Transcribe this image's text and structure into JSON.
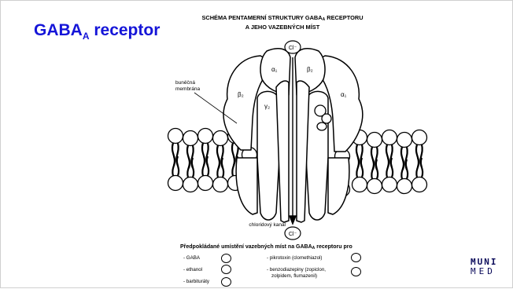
{
  "slide_title": {
    "main": "GABA",
    "sub": "A",
    "rest": " receptor"
  },
  "figure_title": {
    "line1_pre": "SCHÉMA PENTAMERNÍ STRUKTURY GABA",
    "line1_sub": "A",
    "line1_post": " RECEPTORU",
    "line2": "A JEHO VAZEBNÝCH MÍST"
  },
  "diagram": {
    "ion_top": "Cl⁻",
    "ion_bottom": "Cl⁻",
    "membrane_label_1": "buněčná",
    "membrane_label_2": "membrána",
    "channel_label": "chloridový kanál",
    "subunits": {
      "alpha1_left": "α₁",
      "beta2_right": "β₂",
      "beta2_left": "β₂",
      "gamma2": "γ₂",
      "alpha1_right": "α₁"
    }
  },
  "legend": {
    "heading_pre": "Předpokládané umístění vazebných míst na GABA",
    "heading_sub": "A",
    "heading_post": " receptoru pro",
    "items": [
      {
        "text": "- GABA"
      },
      {
        "text": "- ethanol"
      },
      {
        "text": "- barbituráty"
      },
      {
        "text": "- pikrotoxin (clomethiazol)"
      },
      {
        "text_line1": "- benzodiazepiny (zopiclon,",
        "text_line2": "zolpidem, flumazenil)"
      }
    ]
  },
  "logo": {
    "line1": "MUNI",
    "line2": "MED",
    "color": "#0a0a5a"
  },
  "colors": {
    "title": "#1515d8"
  }
}
